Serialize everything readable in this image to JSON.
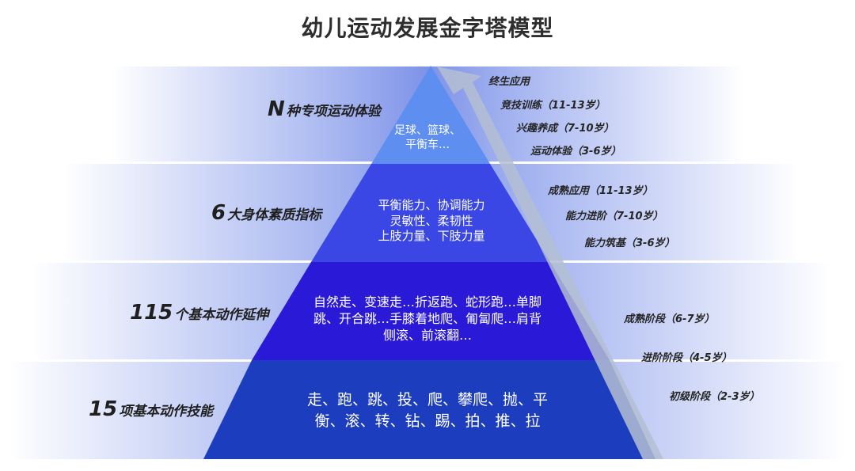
{
  "title": "幼儿运动发展金字塔模型",
  "colors": {
    "tier1": "#5e8ef0",
    "tier2": "#3a47e4",
    "tier3": "#2a1ad8",
    "tier4": "#1d3dbf",
    "arrow": "#b4bed2",
    "bands": "#4c6ae0"
  },
  "levels": [
    {
      "num": "N",
      "label": "种专项运动体验",
      "content": [
        "足球、篮球、",
        "平衡车…"
      ]
    },
    {
      "num": "6",
      "label": "大身体素质指标",
      "content": [
        "平衡能力、协调能力",
        "灵敏性、柔韧性",
        "上肢力量、下肢力量"
      ]
    },
    {
      "num": "115",
      "label": "个基本动作延伸",
      "content": [
        "自然走、变速走…折返跑、蛇形跑…单脚",
        "跳、开合跳…手膝着地爬、匍匐爬…肩背",
        "侧滚、前滚翻…"
      ]
    },
    {
      "num": "15",
      "label": "项基本动作技能",
      "content": [
        "走、跑、跳、投、爬、攀爬、抛、平",
        "衡、滚、转、钻、踢、拍、推、拉"
      ]
    }
  ],
  "stages": [
    [
      "终生应用",
      "竞技训练（11-13岁）",
      "兴趣养成（7-10岁）",
      "运动体验（3-6岁）"
    ],
    [
      "成熟应用（11-13岁）",
      "能力进阶（7-10岁）",
      "能力筑基（3-6岁）"
    ],
    [
      "成熟阶段（6-7岁）",
      "进阶阶段（4-5岁）",
      "初级阶段（2-3岁）"
    ]
  ]
}
